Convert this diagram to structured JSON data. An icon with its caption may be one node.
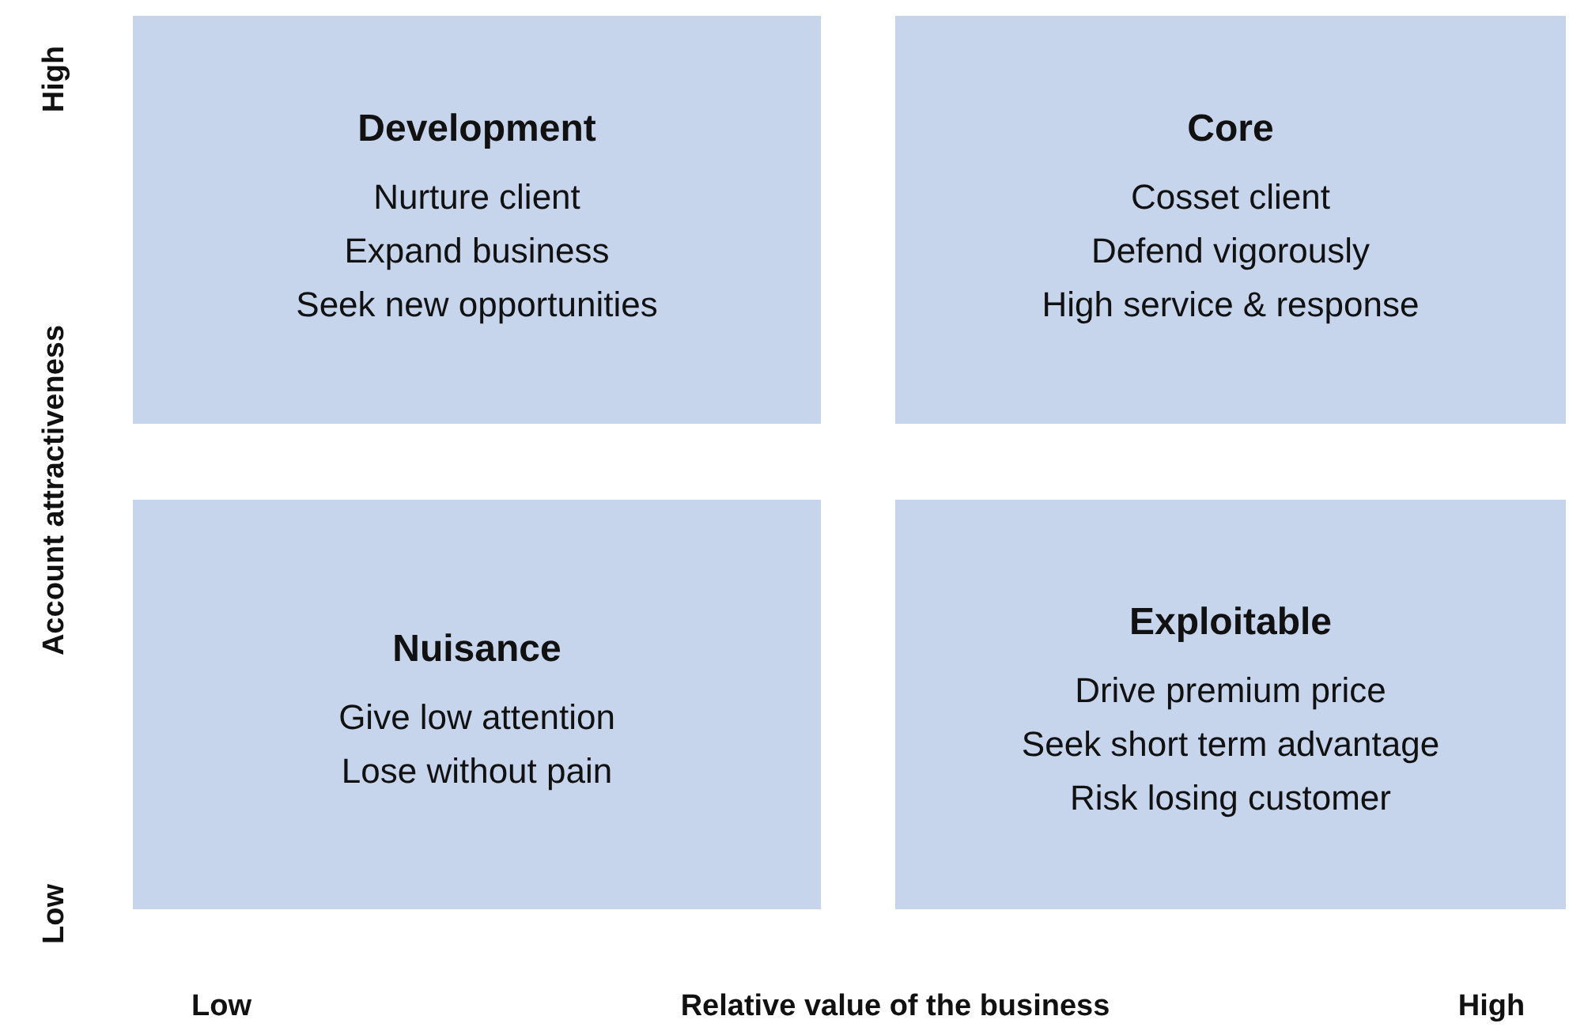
{
  "diagram": {
    "nodes": [
      {
        "text": [
          "Development",
          "Nurture client",
          "Expand business",
          "Seek new opportunities"
        ]
      },
      {
        "text": [
          "Core",
          "Cosset client",
          "Defend vigorously",
          "High service & response"
        ]
      },
      {
        "text": [
          "Nuisance",
          "Give low attention",
          "Lose without pain"
        ]
      },
      {
        "text": [
          "Exploitable",
          "Drive premium price",
          "Seek short term advantage",
          "Risk losing customer"
        ]
      }
    ],
    "labels": [
      "High",
      "Account attractiveness",
      "Low",
      "Low",
      "Relative value of the business",
      "High"
    ]
  }
}
